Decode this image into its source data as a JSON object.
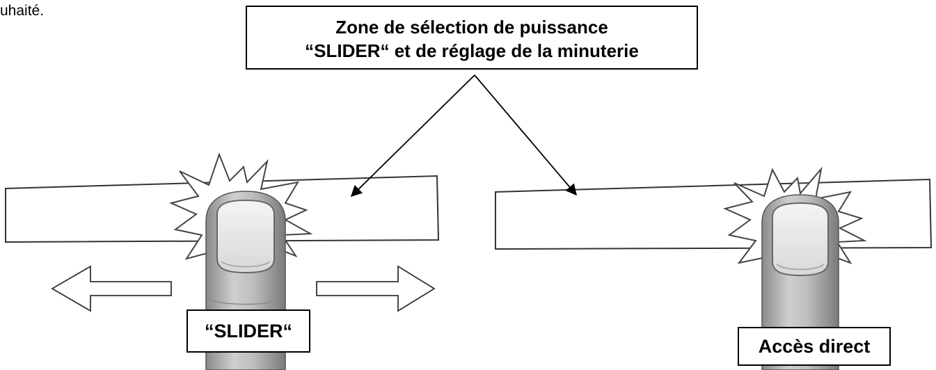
{
  "lead_text": "uhaité.",
  "title_box": {
    "line1": "Zone de sélection de puissance",
    "line2": "“SLIDER“ et de réglage de la minuterie"
  },
  "labels": {
    "slider": "“SLIDER“",
    "direct": "Accès direct"
  },
  "icons": {
    "left_arrow": "arrow-left-icon",
    "right_arrow": "arrow-right-icon",
    "finger": "finger-icon",
    "burst": "touch-burst-icon"
  }
}
